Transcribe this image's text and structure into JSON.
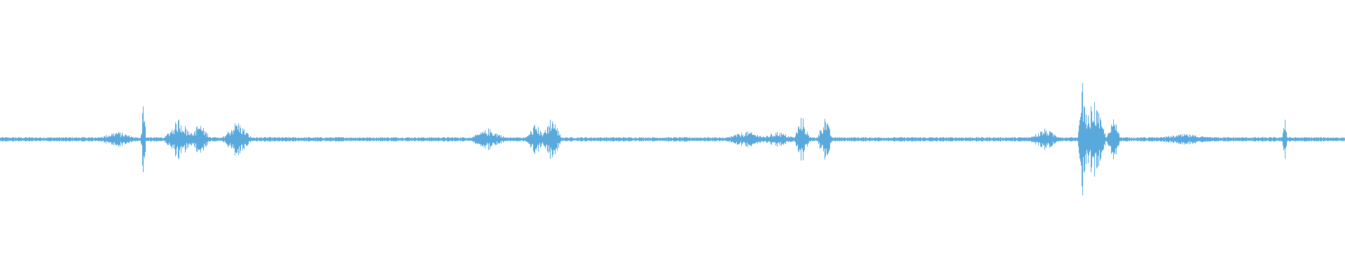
{
  "waveform": {
    "color": "#5aa9dd",
    "duration_fraction_markers": "none",
    "bursts": [
      {
        "center": 0.087,
        "width": 0.018,
        "amplitude": 0.03
      },
      {
        "center": 0.1065,
        "width": 0.002,
        "amplitude": 0.18
      },
      {
        "center": 0.133,
        "width": 0.012,
        "amplitude": 0.08
      },
      {
        "center": 0.148,
        "width": 0.01,
        "amplitude": 0.06
      },
      {
        "center": 0.176,
        "width": 0.012,
        "amplitude": 0.07
      },
      {
        "center": 0.363,
        "width": 0.016,
        "amplitude": 0.04
      },
      {
        "center": 0.398,
        "width": 0.008,
        "amplitude": 0.06
      },
      {
        "center": 0.41,
        "width": 0.008,
        "amplitude": 0.09
      },
      {
        "center": 0.555,
        "width": 0.02,
        "amplitude": 0.03
      },
      {
        "center": 0.578,
        "width": 0.015,
        "amplitude": 0.03
      },
      {
        "center": 0.596,
        "width": 0.006,
        "amplitude": 0.09
      },
      {
        "center": 0.613,
        "width": 0.006,
        "amplitude": 0.09
      },
      {
        "center": 0.777,
        "width": 0.014,
        "amplitude": 0.04
      },
      {
        "center": 0.805,
        "width": 0.004,
        "amplitude": 0.22
      },
      {
        "center": 0.813,
        "width": 0.01,
        "amplitude": 0.15
      },
      {
        "center": 0.828,
        "width": 0.006,
        "amplitude": 0.08
      },
      {
        "center": 0.881,
        "width": 0.03,
        "amplitude": 0.02
      },
      {
        "center": 0.955,
        "width": 0.002,
        "amplitude": 0.1
      }
    ],
    "baseline_amplitude": 0.008
  }
}
